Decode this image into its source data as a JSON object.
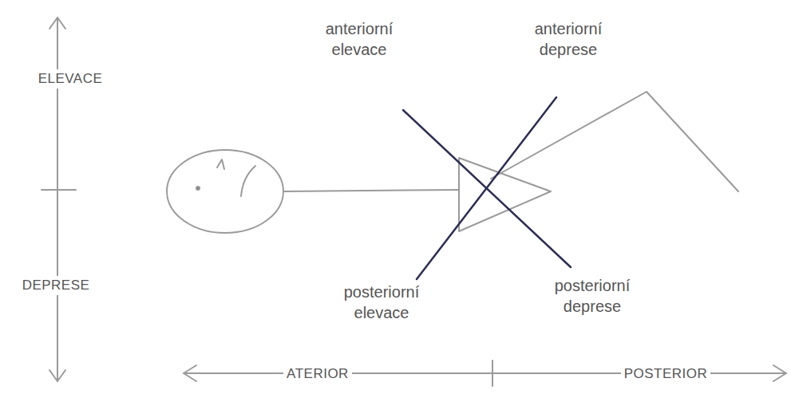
{
  "diagram": {
    "labels": [
      "ELEVACE",
      "DEPRESE",
      "anteriorní elevace",
      "anteriorní deprese",
      "posteriorní elevace",
      "posteriorní deprese",
      "ATERIOR",
      "POSTERIOR"
    ]
  }
}
